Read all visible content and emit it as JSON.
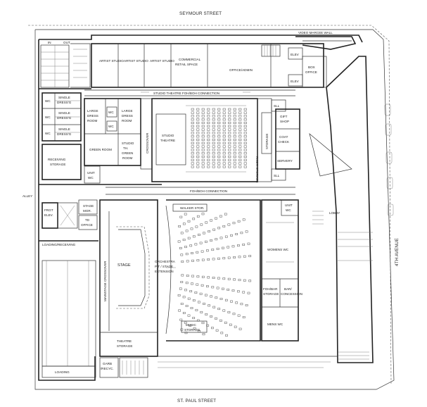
{
  "streets": {
    "north": "SEYMOUR STREET",
    "south": "ST. PAUL STREET",
    "east": "4TH AVENUE",
    "alley": "ALLEY"
  },
  "labels": {
    "video_marcee_wall": "VIDEO MARCEE WALL",
    "in": "IN",
    "out": "OUT",
    "artist_studio": "ARTIST STUDIO",
    "commercial_1": "COMMERCIAL",
    "commercial_2": "RETAIL SPACE",
    "office_admin": "OFFICE/ADMIN",
    "elev": "ELEV",
    "box_office_1": "BOX",
    "box_office_2": "OFFICE",
    "studio_connection": "STUDIO THEATRE FOH/BOH CONNECTION",
    "wc": "WC",
    "single": "SINGLE",
    "dressg": "DRESS'G",
    "large": "LARGE",
    "dress": "DRESS",
    "room": "ROOM",
    "green_room": "GREEN ROOM",
    "studio_th_1": "STUDIO",
    "studio_th_2": "TH.",
    "studio_th_3": "GREEN",
    "studio_th_4": "ROOM",
    "crossover": "CROSSOVER",
    "studio_theatre_1": "STUDIO",
    "studio_theatre_2": "THEATRE",
    "riser_storage": "RISER STORAGE",
    "storage": "STORAGE",
    "sll": "SLL",
    "gift_1": "GIFT",
    "gift_2": "SHOP",
    "coat_1": "COAT",
    "coat_2": "CHECK",
    "servery": "SERVERY",
    "receiving_1": "RECEIVING",
    "receiving_2": "STORAGE",
    "unit": "UNIT",
    "foh_connection": "FOH/BOH CONNECTION",
    "frgt_1": "FRGT",
    "frgt_2": "ELEV.",
    "stage_mgr_1": "STAGE",
    "stage_mgr_2": "MGR.",
    "td_1": "TD",
    "td_2": "OFFICE",
    "walker_stor": "WALKER STOR.",
    "unit_wc_1": "UNIT",
    "unit_wc_2": "WC",
    "lobby": "LOBBY",
    "loading_receiving": "LOADING/RECEIVING",
    "mainstage_crossover": "MAINSTAGE CROSSOVER",
    "stage": "STAGE",
    "orchestra_1": "ORCHESTRA",
    "orchestra_2": "PIT / STAGE",
    "orchestra_3": "EXTENSION",
    "womens_wc": "WOMENS WC",
    "foh_bar_1": "FOH/BAR",
    "foh_bar_2": "STORAGE",
    "bar_1": "BAR/",
    "bar_2": "CONCESSION",
    "music_1": "MUSIC",
    "music_2": "STORAGE",
    "mens_wc": "MENS WC",
    "theatre_storage_1": "THEATRE",
    "theatre_storage_2": "STORAGE",
    "garb_1": "GARB",
    "garb_2": "/RECYC.",
    "loading": "LOADING"
  }
}
